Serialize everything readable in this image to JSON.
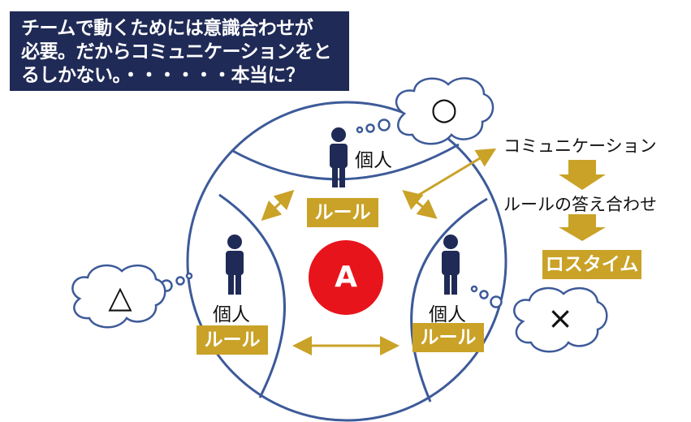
{
  "title": {
    "line1": "チームで動くためには意識合わせが",
    "line2": "必要。だからコミュニケーションをと",
    "line3": "るしかない。・・・・・・本当に？"
  },
  "center": {
    "label": "A"
  },
  "people": {
    "top": {
      "label": "個人",
      "rule": "ルール",
      "opinion": "○"
    },
    "left": {
      "label": "個人",
      "rule": "ルール",
      "opinion": "△"
    },
    "right": {
      "label": "個人",
      "rule": "ルール",
      "opinion": "×"
    }
  },
  "flow": {
    "step1": "コミュニケーション",
    "step2": "ルールの答え合わせ",
    "step3": "ロスタイム"
  },
  "colors": {
    "navy": "#1f2a56",
    "gold": "#c9a227",
    "red": "#e8141c",
    "circle_line": "#3d5a99"
  }
}
